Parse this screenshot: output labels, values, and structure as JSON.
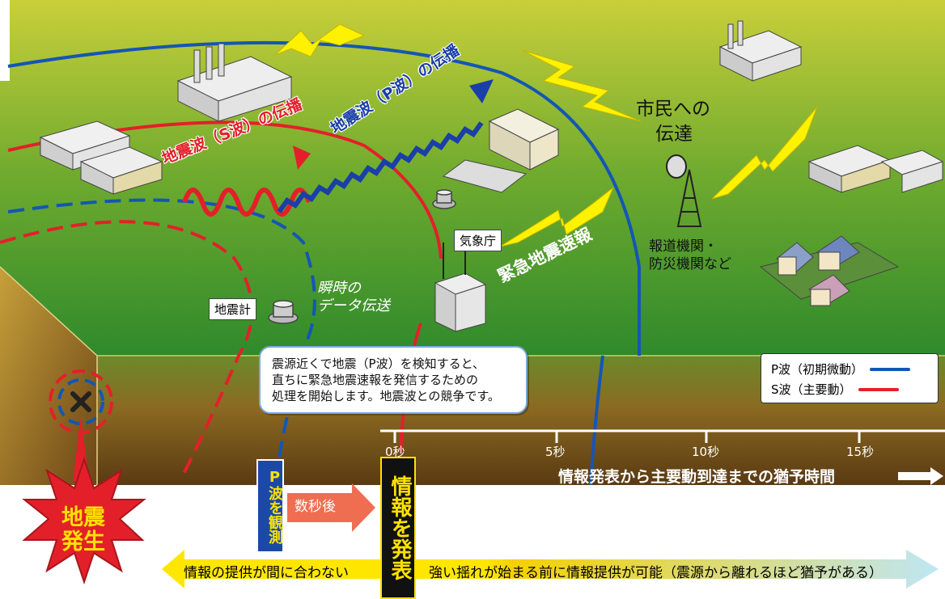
{
  "labels": {
    "s_wave_propagation": "地震波（S波）の伝播",
    "p_wave_propagation": "地震波（P波）の伝播",
    "citizens_line1": "市民への",
    "citizens_line2": "伝達",
    "jma": "気象庁",
    "eew": "緊急地震速報",
    "media_line1": "報道機関・",
    "media_line2": "防災機関など",
    "instant_line1": "瞬時の",
    "instant_line2": "データ伝送",
    "seismometer": "地震計"
  },
  "speech": {
    "line1": "震源近くで地震（P波）を検知すると、",
    "line2": "直ちに緊急地震速報を発信するための",
    "line3": "処理を開始します。地震波との競争です。"
  },
  "legend": {
    "p_wave": "P波（初期微動）",
    "s_wave": "S波（主要動）",
    "p_color": "#1456b4",
    "s_color": "#e3202a"
  },
  "time_axis": {
    "ticks": [
      "0秒",
      "5秒",
      "10秒",
      "15秒"
    ],
    "caption": "情報発表から主要動到達までの猶予時間"
  },
  "timeline": {
    "quake_occurs": "地震発生",
    "p_wave_observed": "P波を観測",
    "seconds_later": "数秒後",
    "publish": "情報を発表",
    "too_late": "情報の提供が間に合わない",
    "can_provide": "強い揺れが始まる前に情報提供が可能（震源から離れるほど猶予がある）"
  },
  "icons": [
    "epicenter-x-icon",
    "lightning-icon",
    "factory-icon",
    "building-icon",
    "antenna-tower-icon",
    "houses-icon",
    "seismometer-icon",
    "arrow-right-icon"
  ]
}
